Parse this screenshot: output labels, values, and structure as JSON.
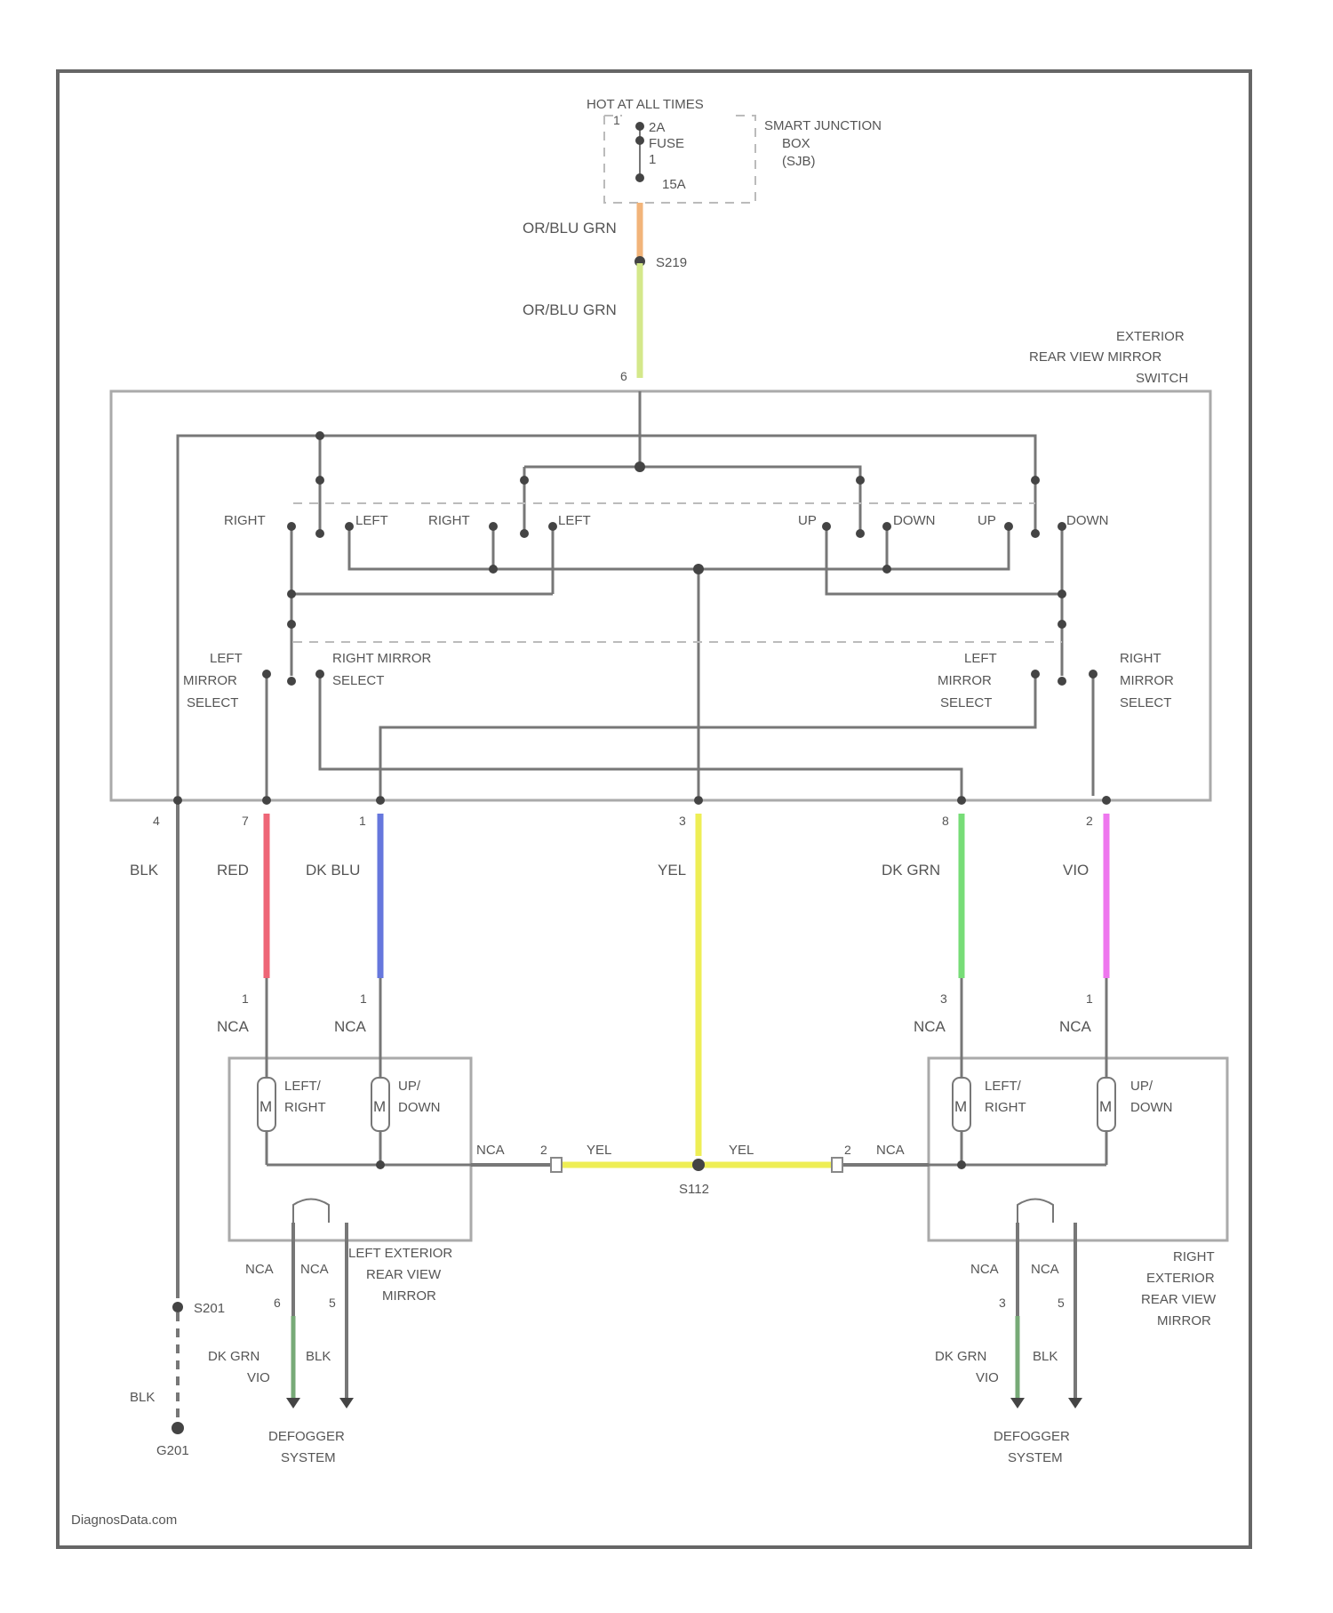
{
  "fuse_block": {
    "hot_label": "HOT AT ALL TIMES",
    "fuse_amp": "2A",
    "fuse_word": "FUSE",
    "fuse_num": "1",
    "fuse_rating": "15A",
    "pin_top": "1",
    "name": "SMART JUNCTION BOX (SJB)"
  },
  "feed": {
    "wire_upper": "OR/BLU GRN",
    "splice": "S219",
    "wire_lower": "OR/BLU GRN",
    "pin": "6"
  },
  "switch": {
    "name": "EXTERIOR REAR VIEW MIRROR SWITCH",
    "labels": {
      "right1": "RIGHT",
      "left1": "LEFT",
      "right2": "RIGHT",
      "left2": "LEFT",
      "up1": "UP",
      "down1": "DOWN",
      "up2": "UP",
      "down2": "DOWN",
      "left_mirror_select_l": "LEFT MIRROR SELECT",
      "right_mirror_select_l": "RIGHT MIRROR SELECT",
      "left_mirror_select_r": "LEFT MIRROR SELECT",
      "right_mirror_select_r": "RIGHT MIRROR SELECT"
    }
  },
  "harness": [
    {
      "pin": "4",
      "color": "BLK"
    },
    {
      "pin": "7",
      "color": "RED"
    },
    {
      "pin": "1",
      "color": "DK BLU"
    },
    {
      "pin": "3",
      "color": "YEL"
    },
    {
      "pin": "8",
      "color": "DK GRN"
    },
    {
      "pin": "2",
      "color": "VIO"
    }
  ],
  "left_mirror": {
    "name": "LEFT EXTERIOR REAR VIEW MIRROR",
    "pin1": "1",
    "nca1": "NCA",
    "pin2": "1",
    "nca2": "NCA",
    "motor1": "LEFT/ RIGHT",
    "motor2": "UP/ DOWN",
    "motor_symbol": "M",
    "ground_pin": "2",
    "ground_nca": "NCA",
    "ground_wire": "YEL",
    "heater_nca_a": "NCA",
    "heater_nca_b": "NCA",
    "heater_pin_a": "6",
    "heater_pin_b": "5",
    "heater_wire_a": "DK GRN VIO",
    "heater_wire_b": "BLK",
    "defogger": "DEFOGGER SYSTEM"
  },
  "right_mirror": {
    "name": "RIGHT EXTERIOR REAR VIEW MIRROR",
    "pin1": "3",
    "nca1": "NCA",
    "pin2": "1",
    "nca2": "NCA",
    "motor1": "LEFT/ RIGHT",
    "motor2": "UP/ DOWN",
    "motor_symbol": "M",
    "ground_pin": "2",
    "ground_nca": "NCA",
    "ground_wire": "YEL",
    "heater_nca_a": "NCA",
    "heater_nca_b": "NCA",
    "heater_pin_a": "3",
    "heater_pin_b": "5",
    "heater_wire_a": "DK GRN VIO",
    "heater_wire_b": "BLK",
    "defogger": "DEFOGGER SYSTEM"
  },
  "center_splice": "S112",
  "ground": {
    "splice": "S201",
    "wire": "BLK",
    "point": "G201"
  },
  "watermark": "DiagnosData.com",
  "colors": {
    "red": "#ee6677",
    "blue": "#6677dd",
    "yellow": "#eeee55",
    "green": "#77dd77",
    "violet": "#ee77ee",
    "orange": "#f2b47a",
    "lime": "#d4e88a"
  }
}
